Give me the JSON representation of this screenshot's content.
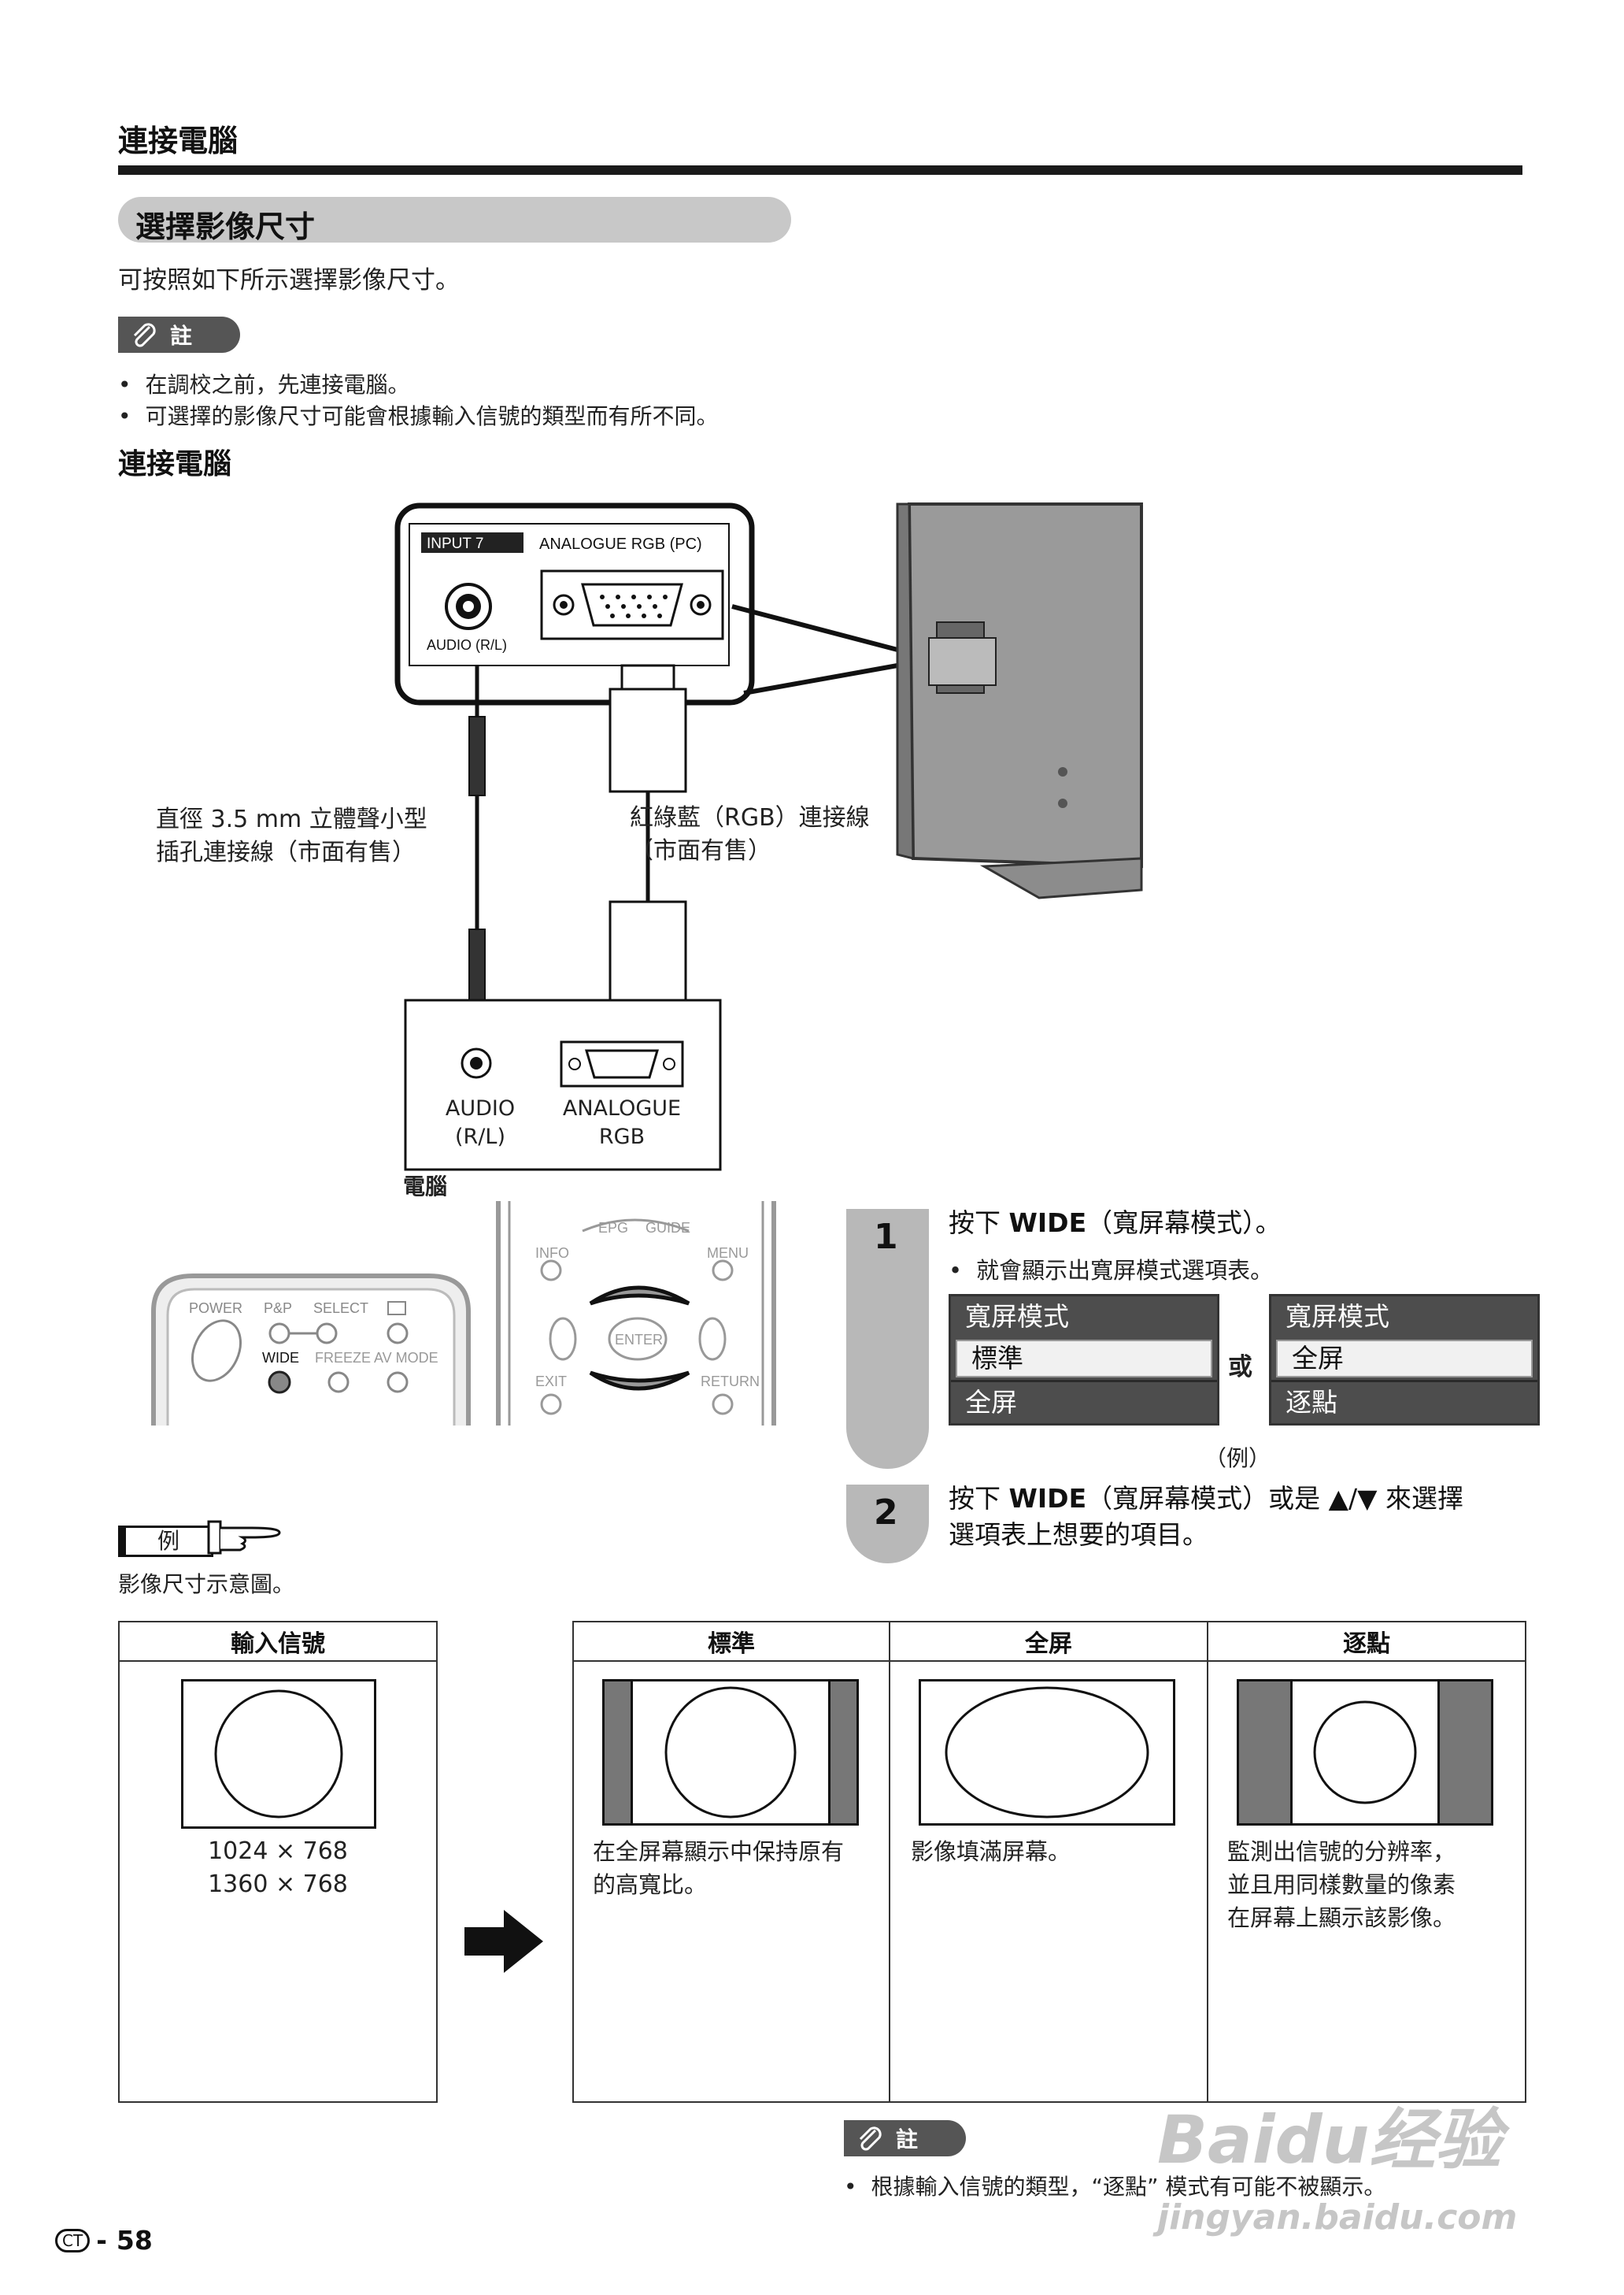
{
  "header": {
    "section_title": "連接電腦"
  },
  "topic": {
    "title": "選擇影像尺寸",
    "intro": "可按照如下所示選擇影像尺寸。"
  },
  "note": {
    "label": "註",
    "items": [
      "在調校之前，先連接電腦。",
      "可選擇的影像尺寸可能會根據輸入信號的類型而有所不同。"
    ]
  },
  "connection": {
    "title": "連接電腦",
    "tv_panel": {
      "input_label": "INPUT 7",
      "rgb_label": "ANALOGUE RGB (PC)",
      "audio_label": "AUDIO (R/L)"
    },
    "audio_cable_label_line1": "直徑 3.5 mm 立體聲小型",
    "audio_cable_label_line2": "插孔連接線（市面有售）",
    "rgb_cable_label_line1": "紅綠藍（RGB）連接線",
    "rgb_cable_label_line2": "（市面有售）",
    "pc": {
      "audio_line1": "AUDIO",
      "audio_line2": "(R/L)",
      "rgb_line1": "ANALOGUE",
      "rgb_line2": "RGB",
      "name": "電腦"
    }
  },
  "remote": {
    "top_row": [
      "POWER",
      "P&P",
      "SELECT"
    ],
    "bottom_row": [
      "WIDE",
      "FREEZE",
      "AV MODE"
    ],
    "nav": {
      "info": "INFO",
      "epg": "EPG",
      "guide": "GUIDE",
      "menu": "MENU",
      "enter": "ENTER",
      "exit": "EXIT",
      "return": "RETURN"
    }
  },
  "steps": [
    {
      "number": "1",
      "text_prefix": "按下 ",
      "text_key": "WIDE",
      "text_suffix": "（寬屏幕模式）。",
      "bullet": "就會顯示出寬屏模式選項表。"
    },
    {
      "number": "2",
      "line1_prefix": "按下 ",
      "line1_key": "WIDE",
      "line1_suffix": "（寬屏幕模式）或是 ▲/▼ 來選擇",
      "line2": "選項表上想要的項目。"
    }
  ],
  "wide_menus": {
    "menu1": {
      "title": "寬屏模式",
      "items": [
        "標準",
        "全屏"
      ],
      "selected": 0
    },
    "or_label": "或",
    "menu2": {
      "title": "寬屏模式",
      "items": [
        "全屏",
        "逐點"
      ],
      "selected": 0
    },
    "example_caption": "（例）"
  },
  "example": {
    "tag": "例",
    "caption": "影像尺寸示意圖。"
  },
  "input_table": {
    "header": "輸入信號",
    "lines": [
      "1024 × 768",
      "1360 × 768"
    ]
  },
  "output_table": {
    "columns": [
      {
        "header": "標準",
        "desc_lines": [
          "在全屏幕顯示中保持原有",
          "的高寬比。"
        ]
      },
      {
        "header": "全屏",
        "desc_lines": [
          "影像填滿屏幕。"
        ]
      },
      {
        "header": "逐點",
        "desc_lines": [
          "監測出信號的分辨率，",
          "並且用同樣數量的像素",
          "在屏幕上顯示該影像。"
        ]
      }
    ]
  },
  "footer_note": {
    "label": "註",
    "text": "根據輸入信號的類型，“逐點” 模式有可能不被顯示。"
  },
  "page": {
    "region": "CT",
    "sep": "-",
    "number": "58"
  },
  "watermark": {
    "brand": "Baidu经验",
    "url": "jingyan.baidu.com"
  }
}
